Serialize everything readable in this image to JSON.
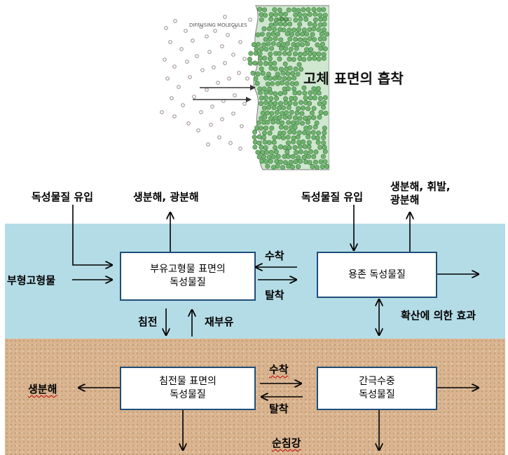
{
  "illustration": {
    "title": "고체 표면의 흡착",
    "label_diffusing": "DIFFUSING MOLECULES",
    "label_solid": "SOLID"
  },
  "zones": {
    "water_color": "#b4dce6",
    "sediment_color": "#d9b48f"
  },
  "boxes": {
    "suspended": "부유고형물 표면의\n독성물질",
    "dissolved": "용존 독성물질",
    "sediment_surface": "침전물 표면의\n독성물질",
    "porewater": "간극수중\n독성물질"
  },
  "labels": {
    "inflow_left": "독성물질 유입",
    "biophotodegradation": "생분해, 광분해",
    "inflow_right": "독성물질 유입",
    "biodeg_volatilization": "생분해, 휘발,\n광분해",
    "suspended_solids": "부형고형물",
    "adsorption_top": "수착",
    "desorption_top": "탈착",
    "settling": "침전",
    "resuspension": "재부유",
    "diffusion_effect": "확산에 의한 효과",
    "biodegradation_bottom": "생분해",
    "adsorption_bottom": "수착",
    "desorption_bottom": "탈착",
    "net_burial": "순침강"
  }
}
